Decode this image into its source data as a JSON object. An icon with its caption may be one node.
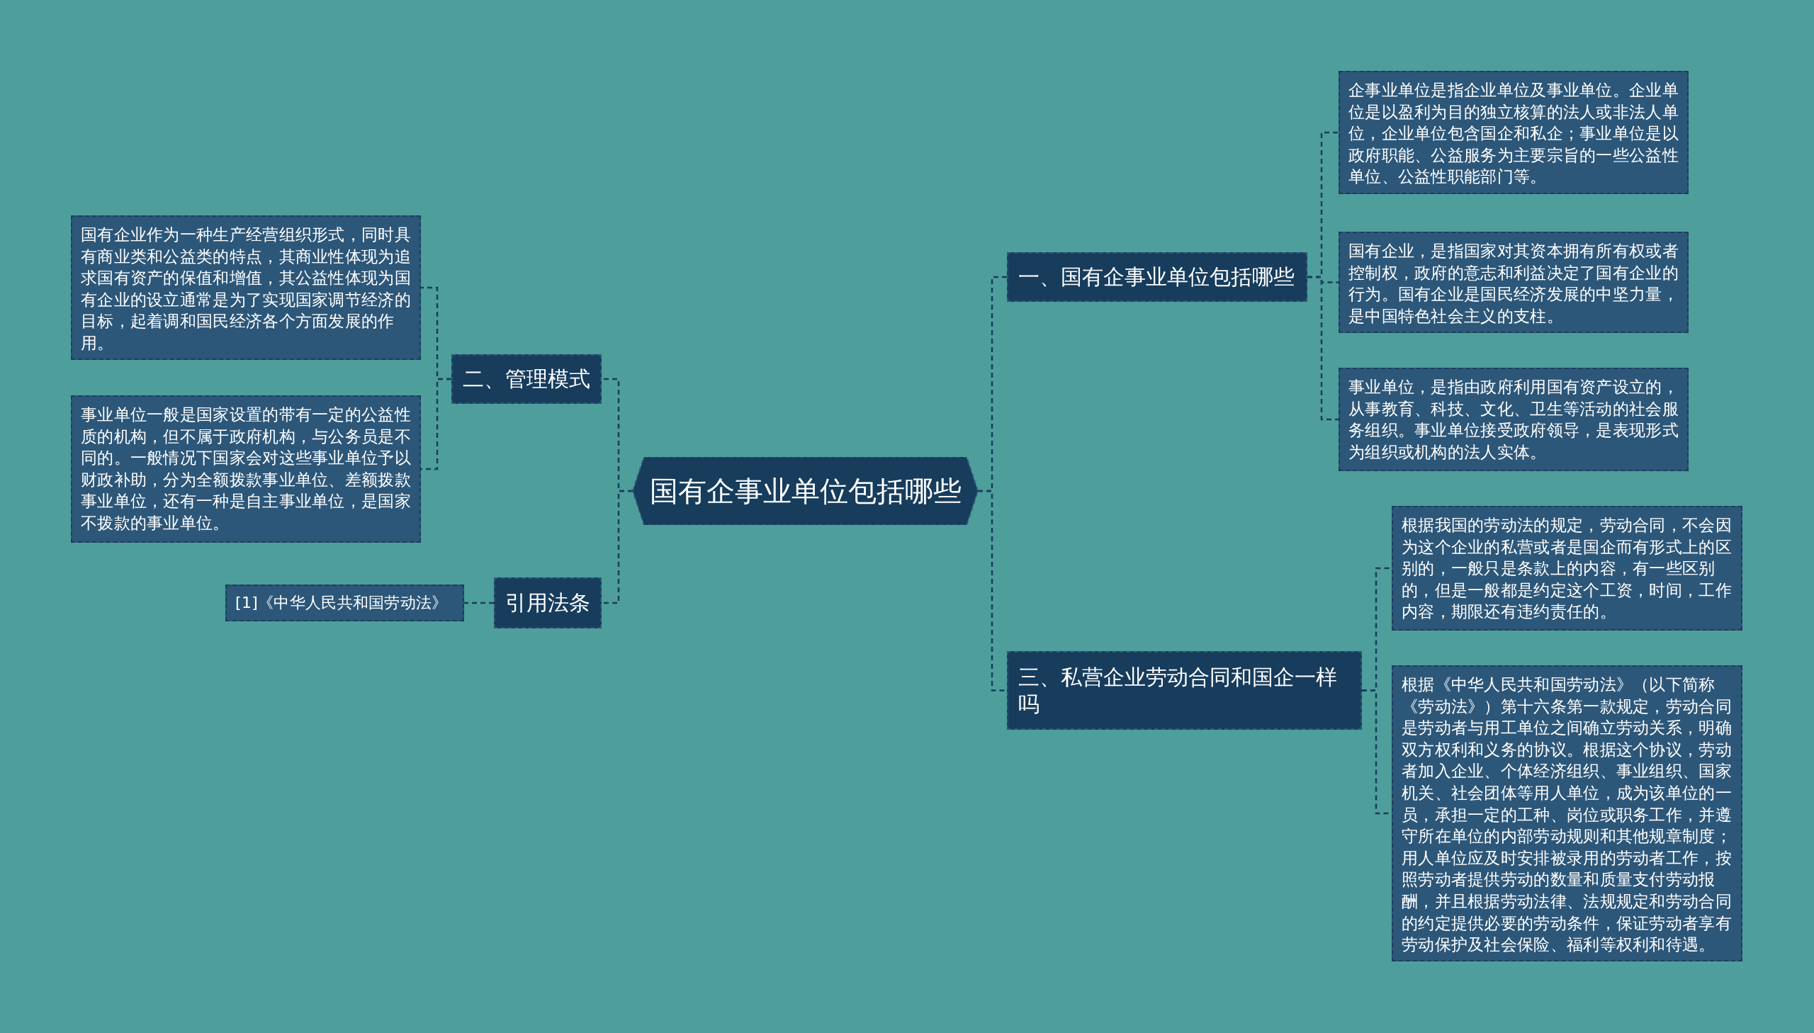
{
  "diagram": {
    "nodes": [
      {
        "text": [
          "国有企事业单位包括哪些"
        ]
      },
      {
        "text": [
          "一、国有企事业单位包括哪些"
        ]
      },
      {
        "text": [
          "企事业单位是指企业单位及事业单位。企业单位是以盈利为目的独立核算的法人或非法人单位，企业单位包含国企和私企；事业单位是以政府职能、公益服务为主要宗旨的一些公益性单位、公益性职能部门等。"
        ]
      },
      {
        "text": [
          "国有企业，是指国家对其资本拥有所有权或者控制权，政府的意志和利益决定了国有企业的行为。国有企业是国民经济发展的中坚力量，是中国特色社会主义的支柱。"
        ]
      },
      {
        "text": [
          "事业单位，是指由政府利用国有资产设立的，从事教育、科技、文化、卫生等活动的社会服务组织。事业单位接受政府领导，是表现形式为组织或机构的法人实体。"
        ]
      },
      {
        "text": [
          "三、私营企业劳动合同和国企一样吗"
        ]
      },
      {
        "text": [
          "根据我国的劳动法的规定，劳动合同，不会因为这个企业的私营或者是国企而有形式上的区别的，一般只是条款上的内容，有一些区别的，但是一般都是约定这个工资，时间，工作内容，期限还有违约责任的。"
        ]
      },
      {
        "text": [
          "根据《中华人民共和国劳动法》（以下简称《劳动法》）第十六条第一款规定，劳动合同是劳动者与用工单位之间确立劳动关系，明确双方权利和义务的协议。根据这个协议，劳动者加入企业、个体经济组织、事业组织、国家机关、社会团体等用人单位，成为该单位的一员，承担一定的工种、岗位或职务工作，并遵守所在单位的内部劳动规则和其他规章制度；用人单位应及时安排被录用的劳动者工作，按照劳动者提供劳动的数量和质量支付劳动报酬，并且根据劳动法律、法规规定和劳动合同的约定提供必要的劳动条件，保证劳动者享有劳动保护及社会保险、福利等权利和待遇。"
        ]
      },
      {
        "text": [
          "二、管理模式"
        ]
      },
      {
        "text": [
          "国有企业作为一种生产经营组织形式，同时具有商业类和公益类的特点，其商业性体现为追求国有资产的保值和增值，其公益性体现为国有企业的设立通常是为了实现国家调节经济的目标，起着调和国民经济各个方面发展的作用。"
        ]
      },
      {
        "text": [
          "事业单位一般是国家设置的带有一定的公益性质的机构，但不属于政府机构，与公务员是不同的。一般情况下国家会对这些事业单位予以财政补助，分为全额拨款事业单位、差额拨款事业单位，还有一种是自主事业单位，是国家不拨款的事业单位。"
        ]
      },
      {
        "text": [
          "引用法条"
        ]
      },
      {
        "text": [
          "[1]《中华人民共和国劳动法》"
        ]
      }
    ],
    "edges": [
      {
        "from": 0,
        "to": 1,
        "arrow": "none"
      },
      {
        "from": 1,
        "to": 2,
        "arrow": "none"
      },
      {
        "from": 1,
        "to": 3,
        "arrow": "none"
      },
      {
        "from": 1,
        "to": 4,
        "arrow": "none"
      },
      {
        "from": 0,
        "to": 5,
        "arrow": "none"
      },
      {
        "from": 5,
        "to": 6,
        "arrow": "none"
      },
      {
        "from": 5,
        "to": 7,
        "arrow": "none"
      },
      {
        "from": 0,
        "to": 8,
        "arrow": "none"
      },
      {
        "from": 8,
        "to": 9,
        "arrow": "none"
      },
      {
        "from": 8,
        "to": 10,
        "arrow": "none"
      },
      {
        "from": 0,
        "to": 11,
        "arrow": "none"
      },
      {
        "from": 11,
        "to": 12,
        "arrow": "none"
      }
    ]
  }
}
